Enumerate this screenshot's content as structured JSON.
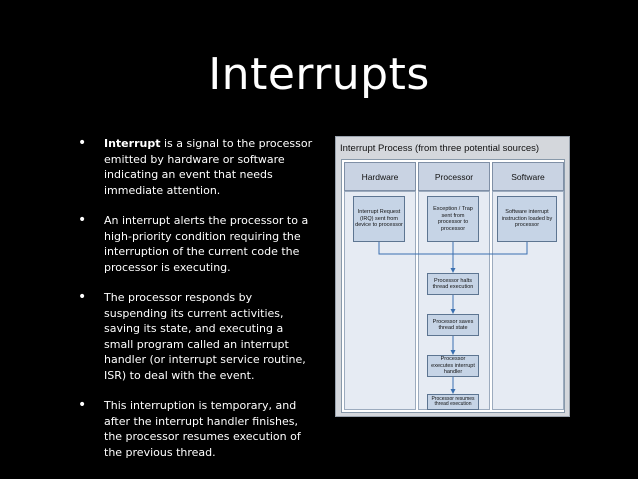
{
  "slide": {
    "title": "Interrupts"
  },
  "bullets": [
    {
      "bold": "Interrupt",
      "text": " is a signal to the processor emitted by hardware or software indicating an event that needs immediate attention."
    },
    {
      "bold": "",
      "text": " An interrupt alerts the processor to a high-priority condition requiring the interruption of the current code the processor is executing."
    },
    {
      "bold": "",
      "text": "The processor responds by suspending its current activities, saving its state, and executing a small program called an interrupt handler (or interrupt service routine, ISR) to deal with the event."
    },
    {
      "bold": "",
      "text": "This interruption is temporary, and after the interrupt handler finishes, the processor resumes execution of the previous thread."
    }
  ],
  "diagram": {
    "title": "Interrupt Process (from three potential sources)",
    "lanes": [
      "Hardware",
      "Processor",
      "Software"
    ],
    "sources": [
      "Interrupt Request (IRQ) sent from device to processor",
      "Exception / Trap sent from processor to processor",
      "Software interrupt instruction loaded by processor"
    ],
    "steps": [
      "Processor halts thread execution",
      "Processor saves thread state",
      "Processor executes interrupt handler",
      "Processor resumes thread execution"
    ]
  }
}
